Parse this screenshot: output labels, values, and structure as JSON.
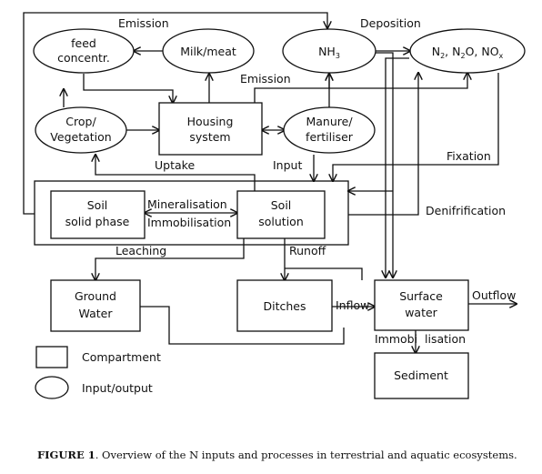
{
  "nodes": {
    "feed": [
      "feed",
      "concentr."
    ],
    "milk": [
      "Milk/meat"
    ],
    "nh3": "NH",
    "nh3_sub": "3",
    "gases": {
      "n2": "N",
      "s1": "2",
      "n2o": ", N",
      "s2": "2",
      "nox": "O, NO",
      "s3": "x"
    },
    "crop": [
      "Crop/",
      "Vegetation"
    ],
    "housing": [
      "Housing",
      "system"
    ],
    "manure": [
      "Manure/",
      "fertiliser"
    ],
    "soil_solid": [
      "Soil",
      "solid phase"
    ],
    "soil_solution": [
      "Soil",
      "solution"
    ],
    "ground_water": [
      "Ground",
      "Water"
    ],
    "ditches": [
      "Ditches"
    ],
    "surface_water": [
      "Surface",
      "water"
    ],
    "sediment": [
      "Sediment"
    ]
  },
  "flows": {
    "emission_top": "Emission",
    "deposition": "Deposition",
    "emission_mid": "Emission",
    "fixation": "Fixation",
    "uptake": "Uptake",
    "input": "Input",
    "mineralisation": "Mineralisation",
    "immobilisation": "Immobilisation",
    "denitrification": "Denifrification",
    "leaching": "Leaching",
    "runoff": "Runoff",
    "inflow": "Inflow",
    "outflow": "Outflow",
    "immobilisation_bottom": "Immobi  lisation"
  },
  "legend": {
    "compartment": "Compartment",
    "input_output": "Input/output"
  },
  "caption": {
    "label": "FIGURE 1",
    "text": ". Overview of the N inputs and processes in terrestrial and aquatic ecosystems."
  }
}
